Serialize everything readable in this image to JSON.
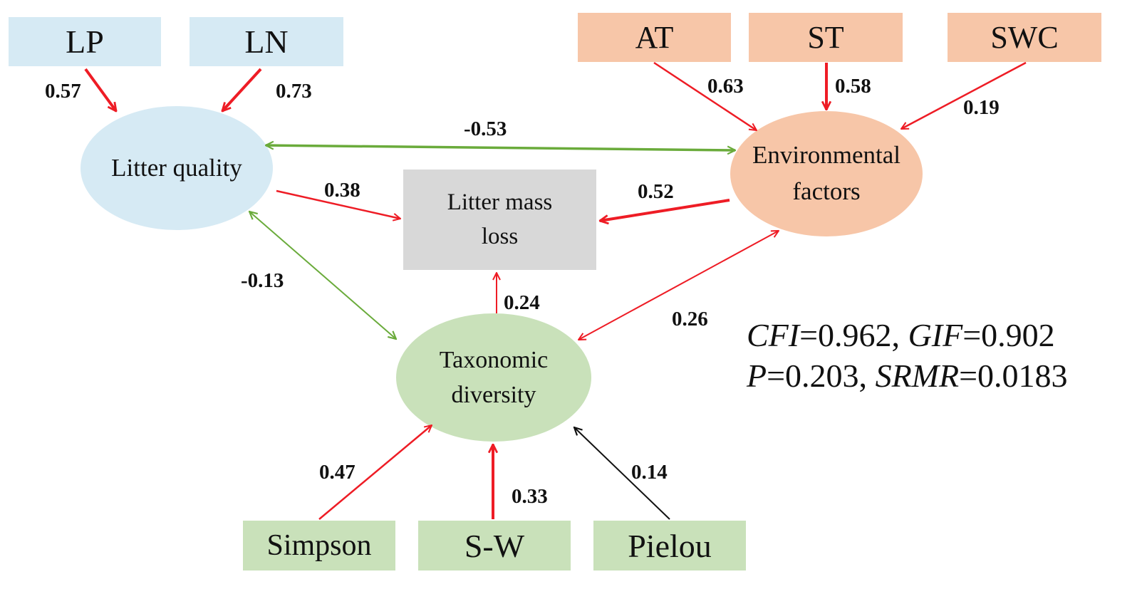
{
  "colors": {
    "blue_fill": "#d6eaf4",
    "salmon_fill": "#f7c6a8",
    "green_fill": "#c9e1ba",
    "gray_fill": "#d8d8d8",
    "red_arrow": "#ee1c25",
    "green_arrow": "#6aab3b",
    "black_arrow": "#111111"
  },
  "indicators": {
    "lp": "LP",
    "ln": "LN",
    "at": "AT",
    "st": "ST",
    "swc": "SWC",
    "simpson": "Simpson",
    "sw": "S-W",
    "pielou": "Pielou"
  },
  "latents": {
    "litter_quality": "Litter quality",
    "environmental_factors_line1": "Environmental",
    "environmental_factors_line2": "factors",
    "taxonomic_diversity_line1": "Taxonomic",
    "taxonomic_diversity_line2": "diversity",
    "litter_mass_loss_line1": "Litter mass",
    "litter_mass_loss_line2": "loss"
  },
  "coefficients": {
    "lp_to_lq": "0.57",
    "ln_to_lq": "0.73",
    "at_to_env": "0.63",
    "st_to_env": "0.58",
    "swc_to_env": "0.19",
    "lq_env": "-0.53",
    "lq_to_lml": "0.38",
    "env_to_lml": "0.52",
    "lq_td": "-0.13",
    "td_to_lml": "0.24",
    "env_td": "0.26",
    "simpson_to_td": "0.47",
    "sw_to_td": "0.33",
    "pielou_to_td": "0.14"
  },
  "fit": {
    "cfi_label": "CFI",
    "cfi_value": "=0.962, ",
    "gif_label": "GIF",
    "gif_value": "=0.902",
    "p_label": "P",
    "p_value": "=0.203, ",
    "srmr_label": "SRMR",
    "srmr_value": "=0.0183"
  }
}
